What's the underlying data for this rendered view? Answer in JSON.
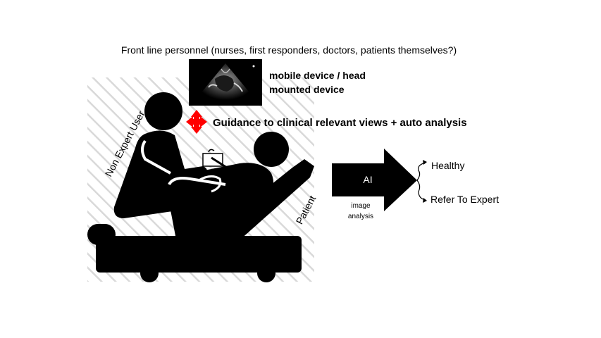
{
  "title": "Front line personnel (nurses, first responders, doctors, patients themselves?)",
  "device_label_line1": "mobile device / head",
  "device_label_line2": "mounted device",
  "guidance": "Guidance to clinical relevant views + auto analysis",
  "ai_label": "AI",
  "image_analysis_line1": "image",
  "image_analysis_line2": "analysis",
  "outcomes": [
    "Healthy",
    "Refer To Expert"
  ],
  "user_label": "Non Expert User",
  "patient_label": "Patient",
  "colors": {
    "arrow_red": "#ff0000",
    "figure": "#000000",
    "hatch": "#d9d9d9"
  }
}
